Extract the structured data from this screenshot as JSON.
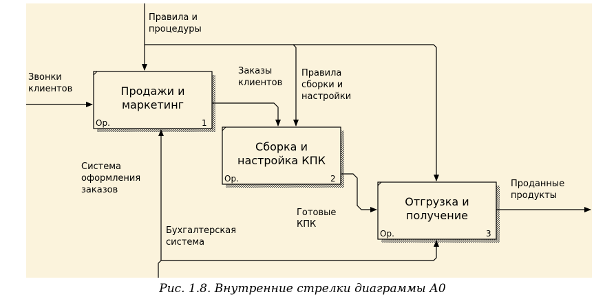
{
  "boxes": [
    {
      "id": "sales",
      "title": "Продажи и\nмаркетинг",
      "op": "Ор.",
      "number": "1"
    },
    {
      "id": "assembly",
      "title": "Сборка и\nнастройка КПК",
      "op": "Ор.",
      "number": "2"
    },
    {
      "id": "shipping",
      "title": "Отгрузка и\nполучение",
      "op": "Ор.",
      "number": "3"
    }
  ],
  "arrows": {
    "rules_procedures": "Правила и\nпроцедуры",
    "client_calls": "Звонки\nклиентов",
    "client_orders": "Заказы\nклиентов",
    "assembly_rules": "Правила\nсборки и\nнастройки",
    "order_system": "Система\nоформления\nзаказов",
    "ready_pda": "Готовые\nКПК",
    "accounting_system": "Бухгалтерская\nсистема",
    "sold_products": "Проданные\nпродукты"
  },
  "caption": "Рис. 1.8. Внутренние стрелки диаграммы А0"
}
